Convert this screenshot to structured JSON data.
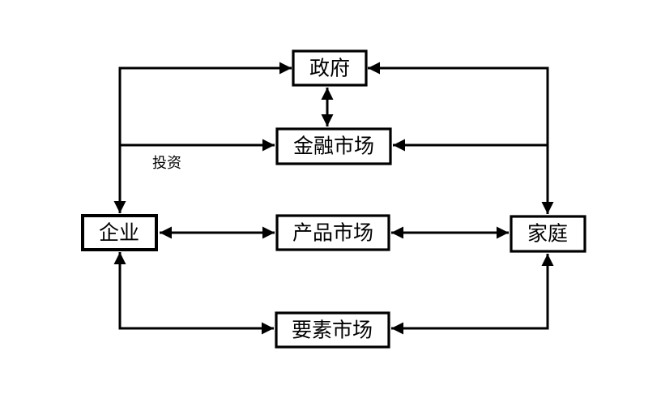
{
  "diagram": {
    "type": "flowchart",
    "nodes": {
      "government": {
        "label": "政府"
      },
      "financial_market": {
        "label": "金融市场"
      },
      "enterprise": {
        "label": "企业"
      },
      "product_market": {
        "label": "产品市场"
      },
      "household": {
        "label": "家庭"
      },
      "factor_market": {
        "label": "要素市场"
      }
    },
    "edge_labels": {
      "investment": "投资"
    },
    "colors": {
      "line": "#000000",
      "box_border": "#000000",
      "box_fill": "#ffffff",
      "text": "#000000",
      "background": "#ffffff"
    }
  }
}
